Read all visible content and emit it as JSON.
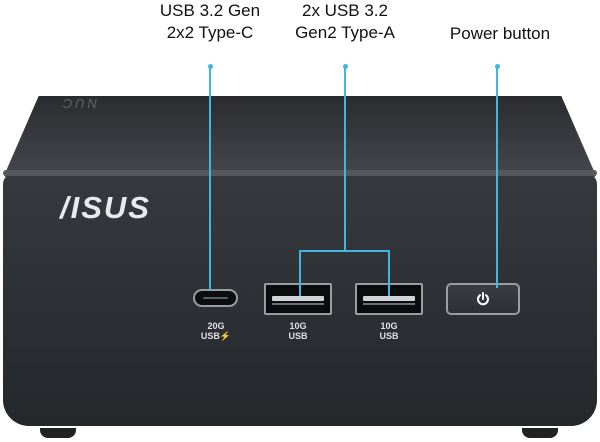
{
  "callouts": {
    "usb_c": {
      "line1": "USB 3.2 Gen",
      "line2": "2x2 Type-C"
    },
    "usb_a": {
      "line1": "2x USB 3.2",
      "line2": "Gen2 Type-A"
    },
    "power": {
      "line1": "Power button"
    }
  },
  "device": {
    "brand": "/ISUS",
    "top_logo": "NUC"
  },
  "ports": {
    "usb_c": {
      "speed": "20G",
      "type": "USB⚡"
    },
    "usb_a_1": {
      "speed": "10G",
      "type": "USB"
    },
    "usb_a_2": {
      "speed": "10G",
      "type": "USB"
    }
  },
  "colors": {
    "callout_line": "#3fb7e0",
    "device_body": "#2c2f33"
  },
  "icons": {
    "power": "power-icon"
  }
}
